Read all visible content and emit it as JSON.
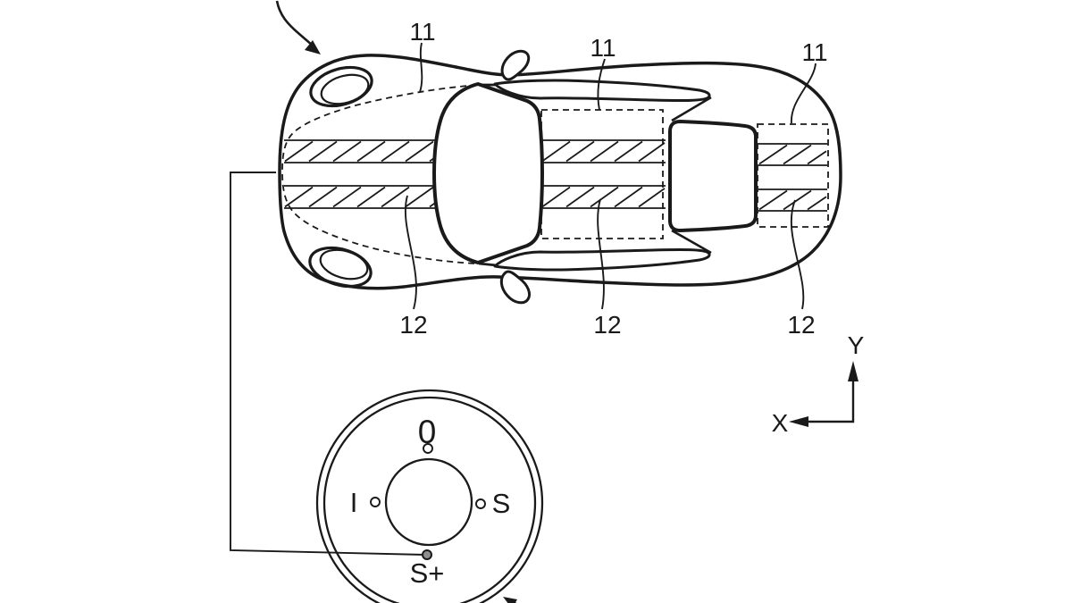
{
  "figure": {
    "kind": "patent_drawing",
    "subject": "car top view with marked zones, hatched stripes, rotary control dial and coordinate axes"
  },
  "colors": {
    "ink": "#1a1a1a",
    "paper": "#ffffff",
    "marker_dot_fill": "#8e8e8e"
  },
  "reference_labels": {
    "zone": [
      "11",
      "11",
      "11"
    ],
    "stripe": [
      "12",
      "12",
      "12"
    ]
  },
  "dial": {
    "top_label": "0",
    "left_label": "I",
    "right_label": "S",
    "bottom_label": "S+"
  },
  "axes": {
    "vertical_label": "Y",
    "horizontal_label": "X"
  }
}
